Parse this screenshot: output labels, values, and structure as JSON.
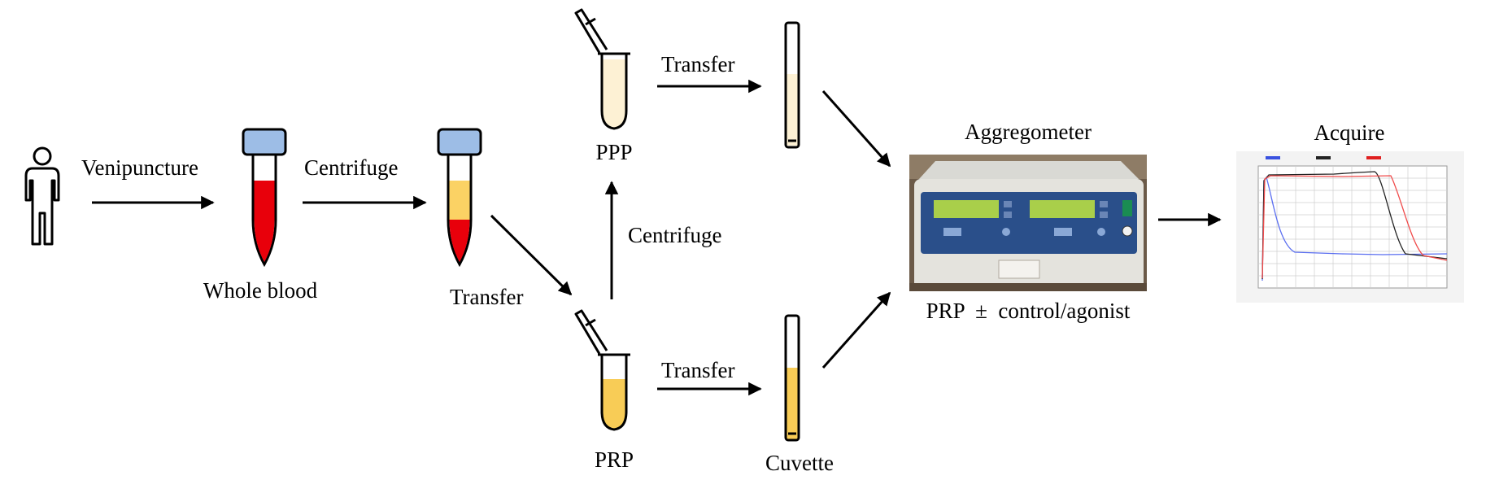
{
  "labels": {
    "venipuncture": "Venipuncture",
    "centrifuge_1": "Centrifuge",
    "whole_blood": "Whole blood",
    "transfer_1": "Transfer",
    "ppp": "PPP",
    "centrifuge_2": "Centrifuge",
    "transfer_ppp": "Transfer",
    "prp": "PRP",
    "transfer_prp": "Transfer",
    "cuvette": "Cuvette",
    "aggregometer": "Aggregometer",
    "prp_condition": "PRP  ±  control/agonist",
    "acquire": "Acquire"
  },
  "colors": {
    "blood_red": "#e8000b",
    "plasma_yellow": "#fbd264",
    "ppp_cream": "#fdf1d4",
    "prp_yellow": "#f8cc56",
    "cap_blue": "#9dbde6",
    "device_blue": "#2a4f8a",
    "lcd_green": "#a9cf4a"
  },
  "icons": {
    "person": "person-outline-icon",
    "tube_whole_blood": "blood-tube-icon",
    "tube_separated": "separated-blood-tube-icon",
    "eppendorf_ppp": "microcentrifuge-tube-icon",
    "eppendorf_prp": "microcentrifuge-tube-icon",
    "cuvette_ppp": "cuvette-icon",
    "cuvette_prp": "cuvette-icon",
    "aggregometer": "aggregometer-photo-icon",
    "trace": "aggregation-trace-icon"
  }
}
